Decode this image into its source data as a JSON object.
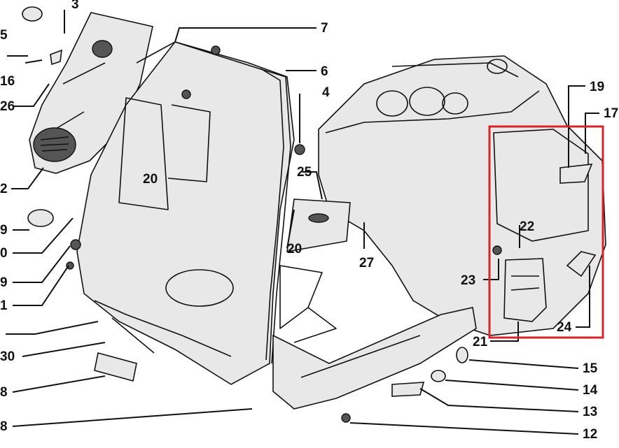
{
  "diagram": {
    "callouts": [
      {
        "id": "c5",
        "label": "5"
      },
      {
        "id": "c3",
        "label": "3"
      },
      {
        "id": "c16",
        "label": "16"
      },
      {
        "id": "c26",
        "label": "26"
      },
      {
        "id": "c2",
        "label": "2"
      },
      {
        "id": "c9a",
        "label": "9"
      },
      {
        "id": "c0",
        "label": "0"
      },
      {
        "id": "c9b",
        "label": "9"
      },
      {
        "id": "c1",
        "label": "1"
      },
      {
        "id": "c30",
        "label": "30"
      },
      {
        "id": "c8",
        "label": "8"
      },
      {
        "id": "c8b",
        "label": "8"
      },
      {
        "id": "c7",
        "label": "7"
      },
      {
        "id": "c6",
        "label": "6"
      },
      {
        "id": "c4",
        "label": "4"
      },
      {
        "id": "c20a",
        "label": "20"
      },
      {
        "id": "c25",
        "label": "25"
      },
      {
        "id": "c20b",
        "label": "20"
      },
      {
        "id": "c27",
        "label": "27"
      },
      {
        "id": "c19",
        "label": "19"
      },
      {
        "id": "c17",
        "label": "17"
      },
      {
        "id": "c22",
        "label": "22"
      },
      {
        "id": "c23",
        "label": "23"
      },
      {
        "id": "c24",
        "label": "24"
      },
      {
        "id": "c21",
        "label": "21"
      },
      {
        "id": "c15",
        "label": "15"
      },
      {
        "id": "c14",
        "label": "14"
      },
      {
        "id": "c13",
        "label": "13"
      },
      {
        "id": "c12",
        "label": "12"
      }
    ],
    "highlight_color": "#d8232a",
    "line_color": "#111111"
  }
}
